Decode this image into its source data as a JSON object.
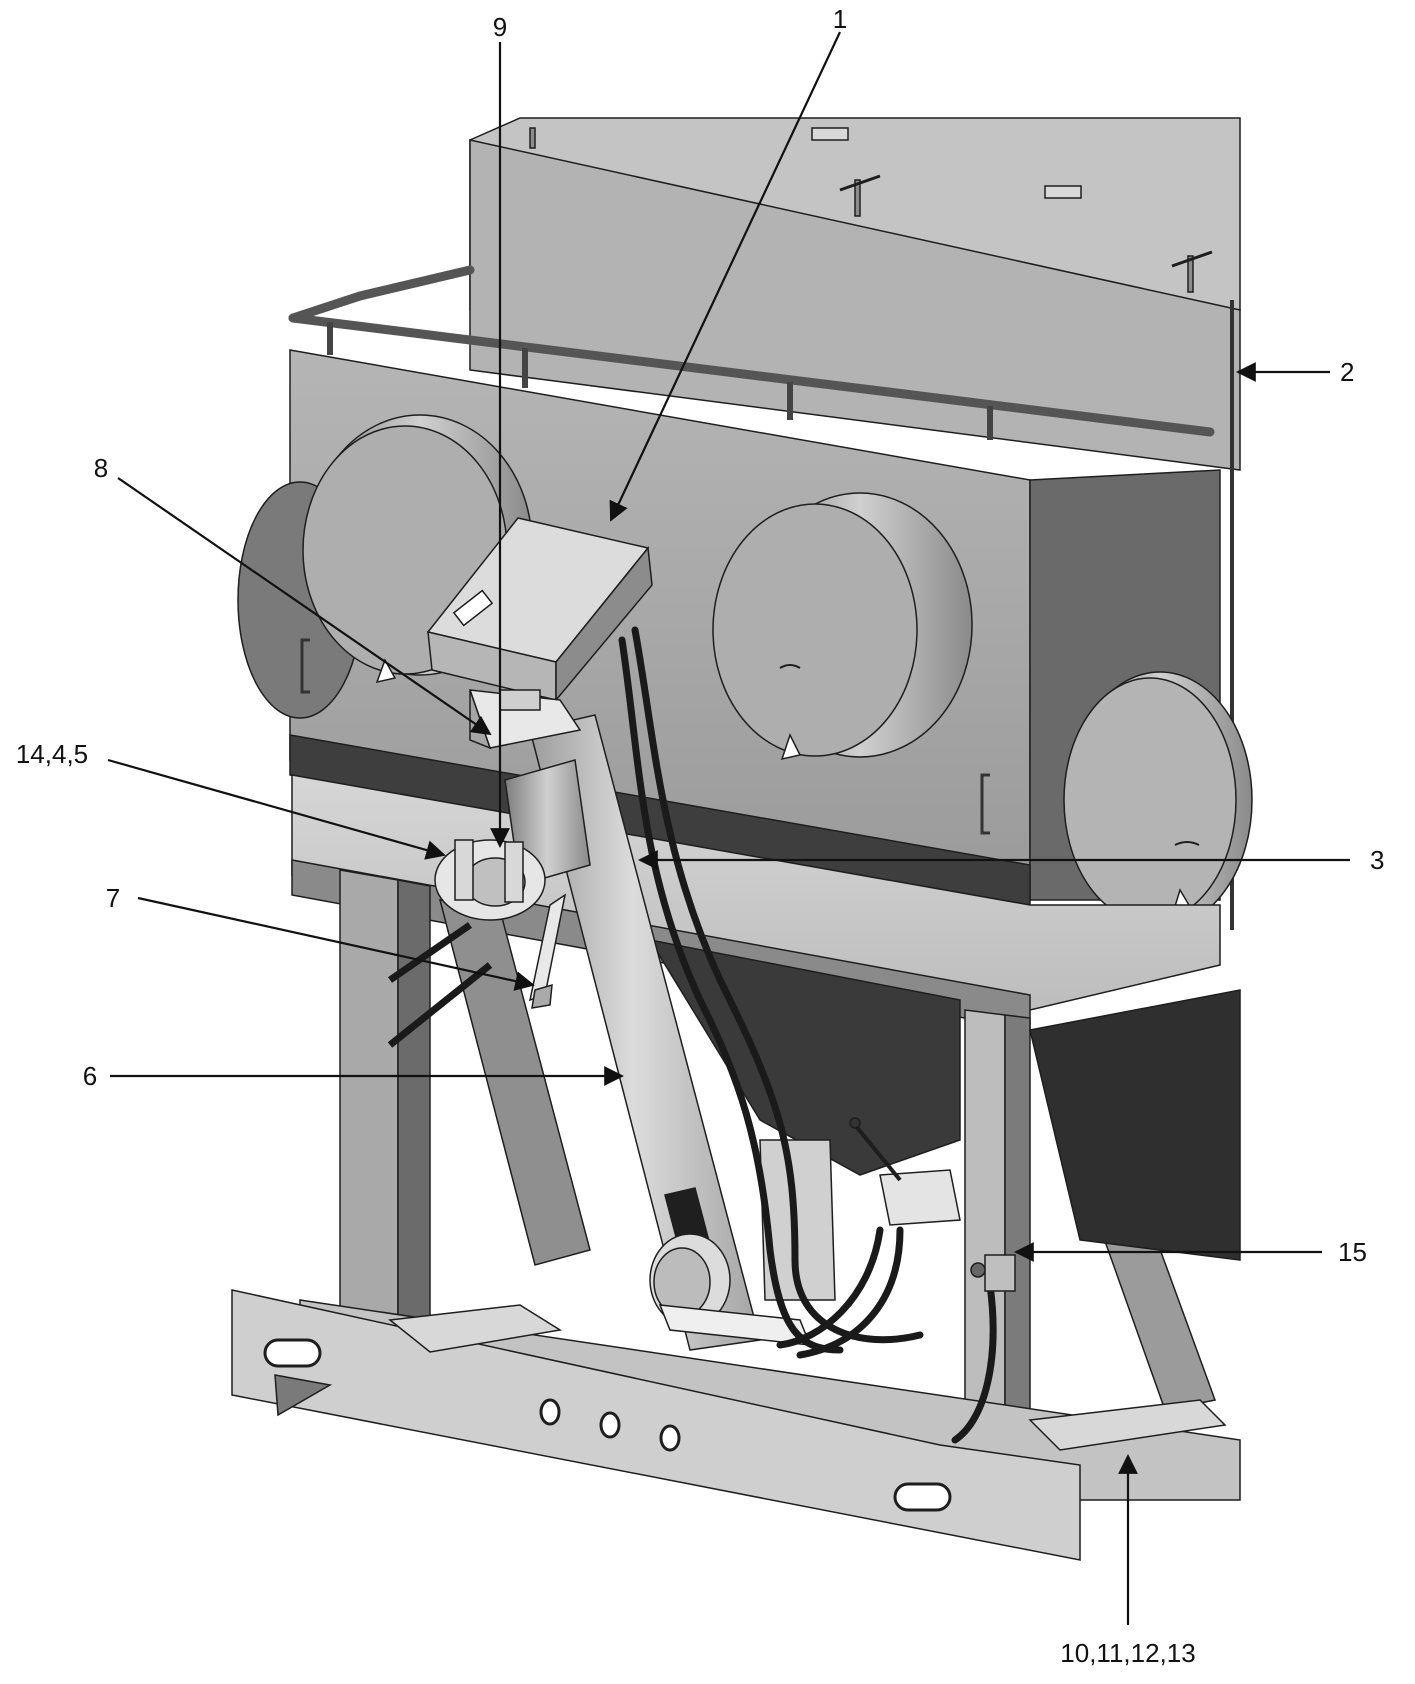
{
  "diagram": {
    "callouts": [
      {
        "id": "c1",
        "label": "1"
      },
      {
        "id": "c2",
        "label": "2"
      },
      {
        "id": "c3",
        "label": "3"
      },
      {
        "id": "c6",
        "label": "6"
      },
      {
        "id": "c7",
        "label": "7"
      },
      {
        "id": "c8",
        "label": "8"
      },
      {
        "id": "c9",
        "label": "9"
      },
      {
        "id": "c14",
        "label": "14,4,5"
      },
      {
        "id": "c15",
        "label": "15"
      },
      {
        "id": "c10",
        "label": "10,11,12,13"
      }
    ]
  },
  "colors": {
    "panel_light": "#c9c9c9",
    "panel_mid": "#a8a8a8",
    "panel_dark": "#5c5c5c",
    "outline": "#1e1e1e",
    "leader": "#111111"
  }
}
